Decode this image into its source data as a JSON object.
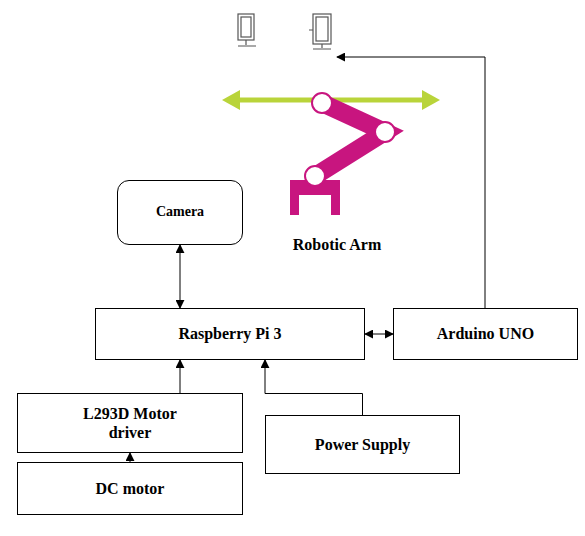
{
  "diagram": {
    "nodes": [
      {
        "text": [
          "Camera"
        ]
      },
      {
        "text": [
          "Raspberry Pi 3"
        ]
      },
      {
        "text": [
          "Arduino UNO"
        ]
      },
      {
        "text": [
          "L293D Motor driver"
        ]
      },
      {
        "text": [
          "DC motor"
        ]
      },
      {
        "text": [
          "Power Supply"
        ]
      }
    ],
    "edges": [
      {
        "from": 0,
        "to": 1,
        "arrow": "both"
      },
      {
        "from": 1,
        "to": 2,
        "arrow": "both"
      },
      {
        "from": 3,
        "to": 1,
        "arrow": "to"
      },
      {
        "from": 4,
        "to": 3,
        "arrow": "to"
      },
      {
        "from": 5,
        "to": 1,
        "arrow": "to"
      }
    ],
    "labels": [
      "Robotic Arm"
    ]
  }
}
